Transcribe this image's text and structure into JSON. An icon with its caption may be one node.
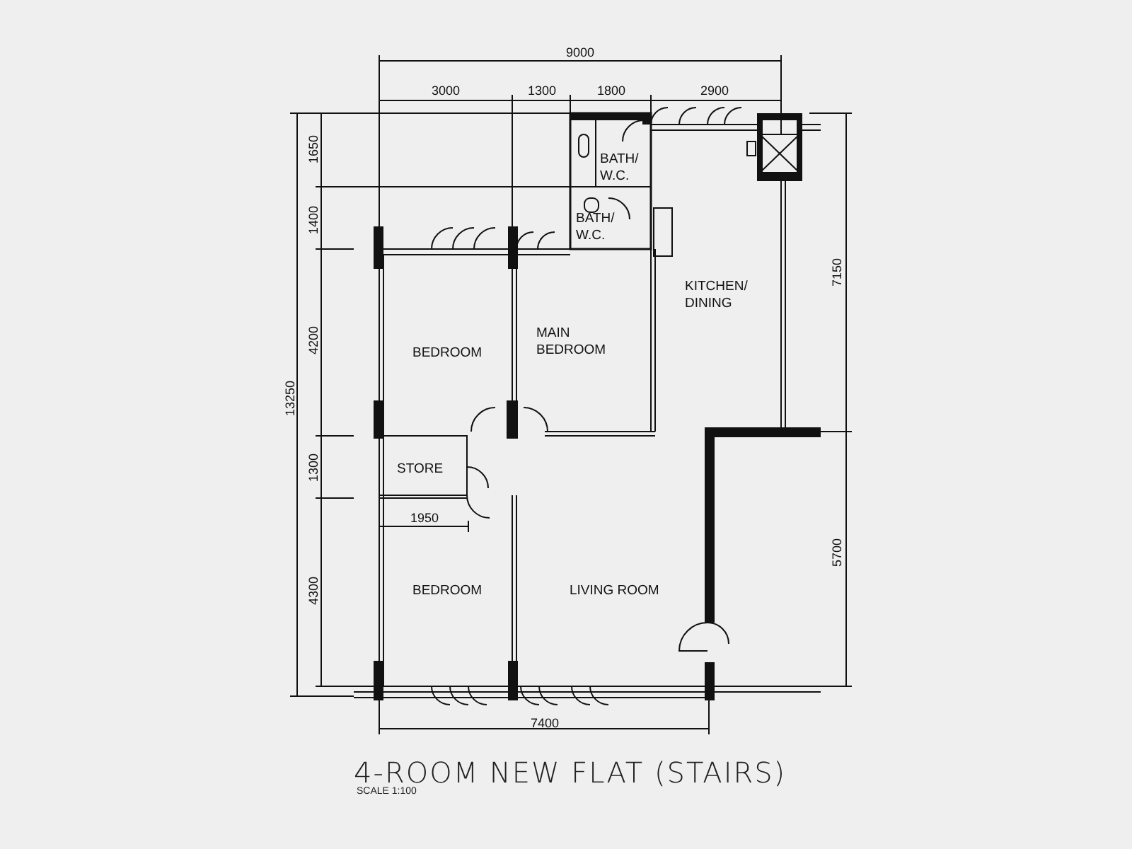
{
  "diagram": {
    "title": "4-ROOM NEW FLAT (STAIRS)",
    "caption": "SCALE 1:100",
    "labels": [
      "9000",
      "3000",
      "1300",
      "1800",
      "2900",
      "1650",
      "BATH/ W.C.",
      "7150",
      "1400",
      "BATH/ W.C.",
      "KITCHEN/ DINING",
      "4200",
      "BEDROOM",
      "MAIN BEDROOM",
      "13250",
      "1300",
      "STORE",
      "1950",
      "5700",
      "4300",
      "BEDROOM",
      "LIVING ROOM",
      "7400"
    ]
  }
}
